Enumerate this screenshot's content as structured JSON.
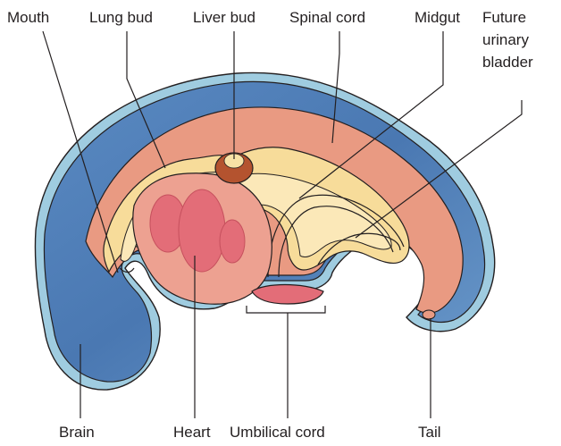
{
  "labels": {
    "mouth": "Mouth",
    "lung_bud": "Lung bud",
    "liver_bud": "Liver bud",
    "spinal_cord": "Spinal cord",
    "midgut": "Midgut",
    "future_urinary_bladder_line1": "Future",
    "future_urinary_bladder_line2": "urinary",
    "future_urinary_bladder_line3": "bladder",
    "brain": "Brain",
    "heart": "Heart",
    "umbilical_cord": "Umbilical cord",
    "tail": "Tail"
  },
  "colors": {
    "ectoderm_outer": "#8fc4dc",
    "neural_blue": "#4f7fb8",
    "mesoderm_pink": "#e8927d",
    "gut_yellow": "#f7dc9a",
    "heart_chamber": "#e36d78",
    "liver_brown": "#b4532f",
    "outline": "#231f20"
  }
}
